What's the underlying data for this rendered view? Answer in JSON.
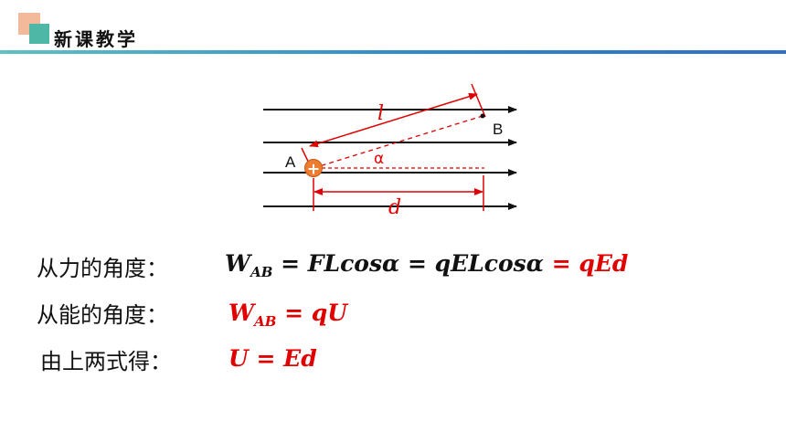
{
  "header": {
    "title": "新课教学"
  },
  "diagram": {
    "label_A": "A",
    "label_B": "B",
    "label_l": "l",
    "label_d": "d",
    "label_alpha": "α",
    "charge_symbol": "+",
    "colors": {
      "field_lines": "#111111",
      "construction": "#e00000",
      "charge": "#ed7d31"
    }
  },
  "rows": [
    {
      "label": "从力的角度：",
      "formula_black_main": "W",
      "formula_black_sub": "AB",
      "formula_black_rest": " = FLcosα =  qELcosα",
      "formula_red": " =  qEd"
    },
    {
      "label": "从能的角度：",
      "formula_red_main": "W",
      "formula_red_sub": "AB",
      "formula_red_rest": "  = qU"
    },
    {
      "label": "由上两式得：",
      "formula_red": "U  =  Ed"
    }
  ]
}
